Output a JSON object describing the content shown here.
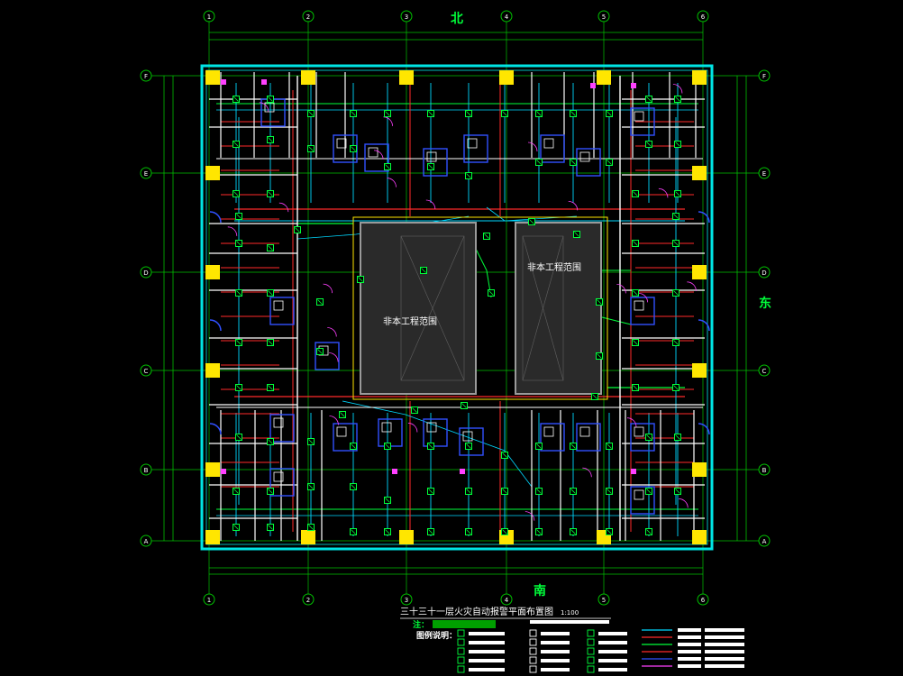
{
  "drawing": {
    "title": "三十三十一层火灾自动报警平面布置图",
    "scale": "1:100",
    "note": "注：",
    "legend_heading": "图例说明：",
    "north_label": "北",
    "south_label": "南",
    "east_label": "东",
    "excluded_zone_label_left": "非本工程范围",
    "excluded_zone_label_right": "非本工程范围"
  },
  "grid": {
    "columns": [
      "1",
      "2",
      "3",
      "4",
      "5",
      "6"
    ],
    "rows_top_to_bottom": [
      "F",
      "E",
      "D",
      "C",
      "B",
      "A"
    ]
  },
  "colors": {
    "background": "#000000",
    "outer_wall": "#00e5e5",
    "grid_line": "#00c000",
    "column": "#ffe600",
    "wall": "#ffffff",
    "wire_green": "#00ff3a",
    "wire_cyan": "#00d8ff",
    "wire_red": "#ff2a2a",
    "wire_blue": "#3050ff",
    "wire_magenta": "#ff40ff",
    "core": "#7c7c7c"
  }
}
